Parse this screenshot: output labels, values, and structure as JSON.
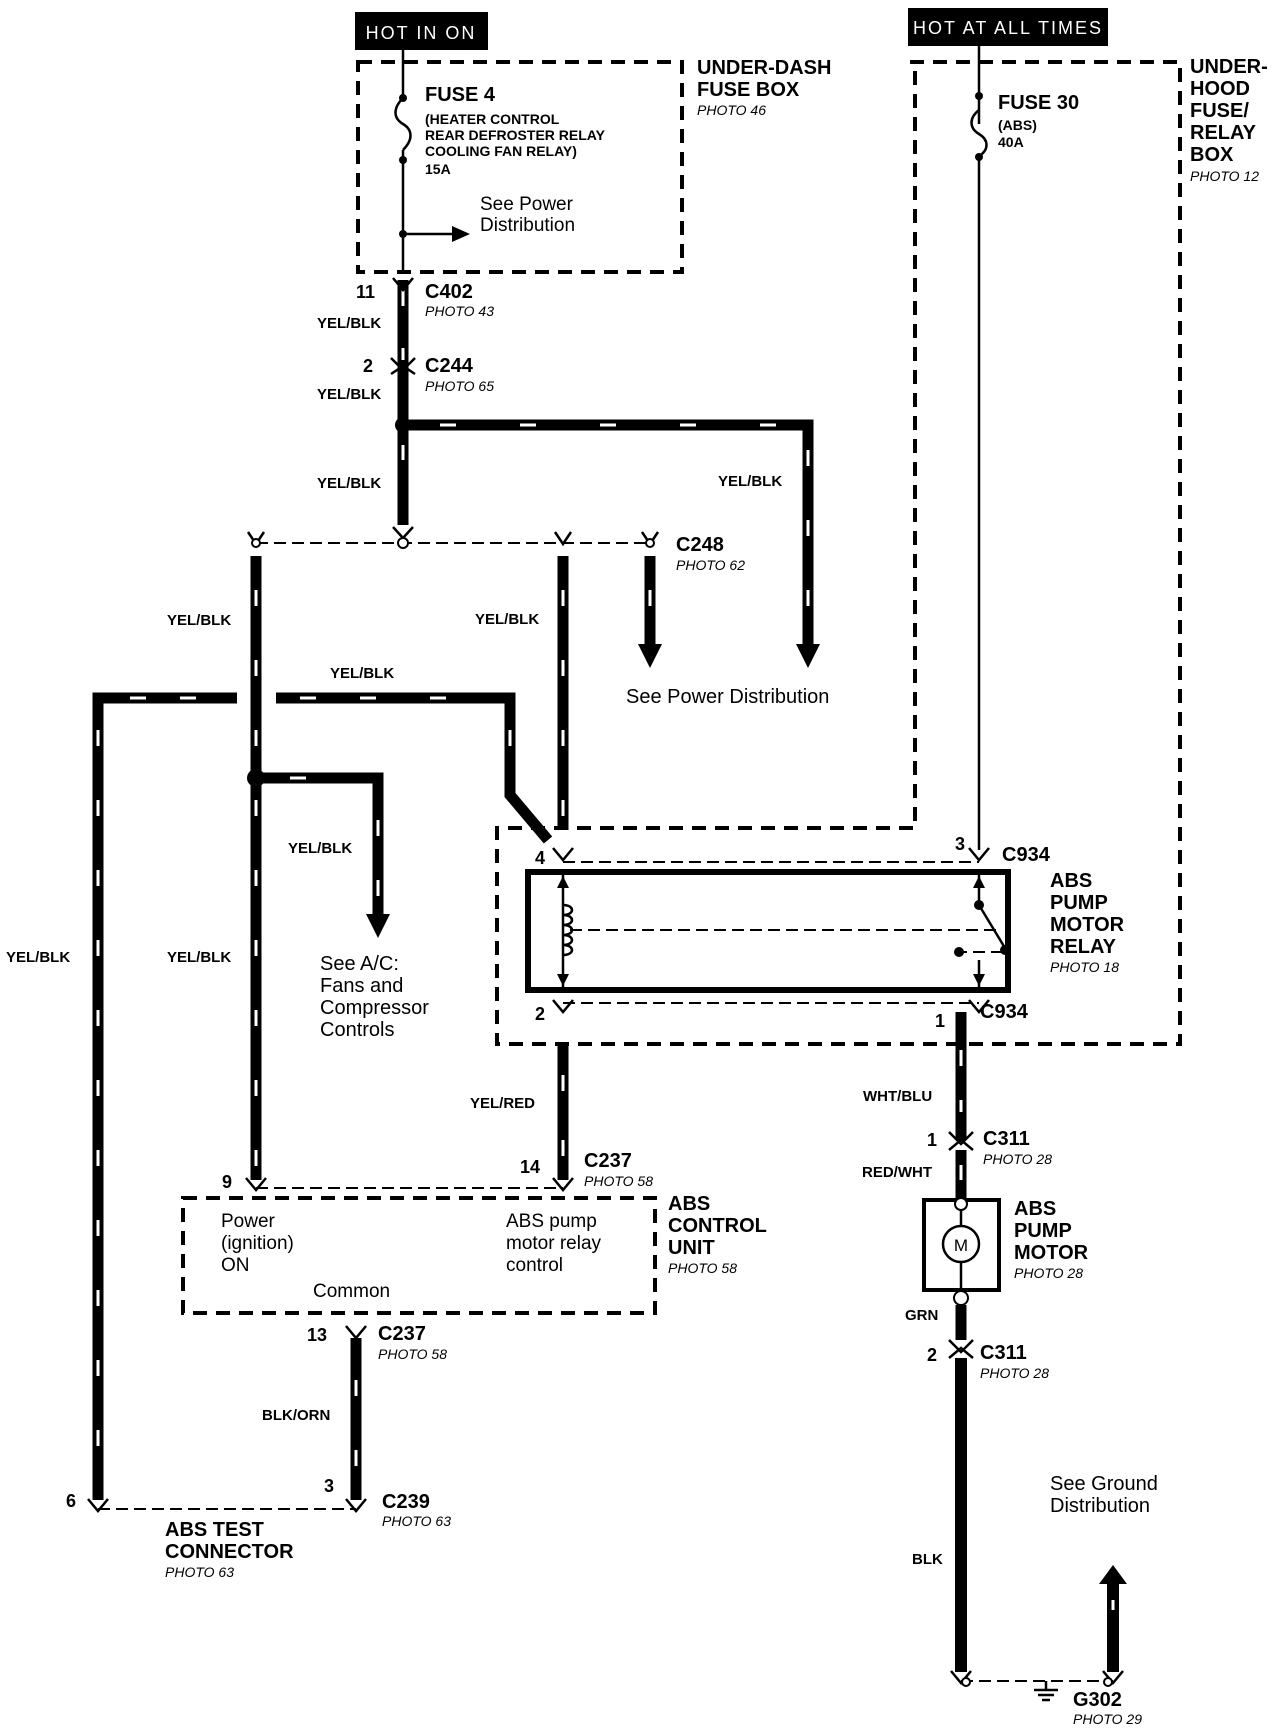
{
  "power_labels": {
    "hot_in_on": "HOT IN ON",
    "hot_at_all_times": "HOT AT ALL TIMES"
  },
  "under_dash_box": {
    "title_line1": "UNDER-DASH",
    "title_line2": "FUSE BOX",
    "photo": "PHOTO 46",
    "fuse_name": "FUSE 4",
    "fuse_desc1": "(HEATER CONTROL",
    "fuse_desc2": "REAR DEFROSTER RELAY",
    "fuse_desc3": "COOLING FAN RELAY)",
    "fuse_rating": "15A",
    "see_power1": "See Power",
    "see_power2": "Distribution"
  },
  "under_hood_box": {
    "title_line1": "UNDER-",
    "title_line2": "HOOD",
    "title_line3": "FUSE/",
    "title_line4": "RELAY",
    "title_line5": "BOX",
    "photo": "PHOTO 12",
    "fuse_name": "FUSE 30",
    "fuse_desc": "(ABS)",
    "fuse_rating": "40A"
  },
  "connectors": {
    "c402": {
      "name": "C402",
      "photo": "PHOTO 43",
      "pin": "11"
    },
    "c244": {
      "name": "C244",
      "photo": "PHOTO 65",
      "pin": "2"
    },
    "c248": {
      "name": "C248",
      "photo": "PHOTO 62"
    },
    "c934_top": {
      "name": "C934",
      "pin_left": "4",
      "pin_right": "3"
    },
    "c934_bot": {
      "name": "C934",
      "pin_left": "2",
      "pin_right": "1"
    },
    "c237_top": {
      "name": "C237",
      "photo": "PHOTO 58",
      "pin_left": "9",
      "pin_right": "14"
    },
    "c237_bot": {
      "name": "C237",
      "photo": "PHOTO 58",
      "pin": "13"
    },
    "c239": {
      "name": "C239",
      "photo": "PHOTO 63",
      "pin_left": "6",
      "pin_right": "3"
    },
    "c311_top": {
      "name": "C311",
      "photo": "PHOTO 28",
      "pin": "1"
    },
    "c311_bot": {
      "name": "C311",
      "photo": "PHOTO 28",
      "pin": "2"
    },
    "g302": {
      "name": "G302",
      "photo": "PHOTO 29"
    }
  },
  "wires": {
    "yel_blk": "YEL/BLK",
    "yel_red": "YEL/RED",
    "blk_orn": "BLK/ORN",
    "wht_blu": "WHT/BLU",
    "red_wht": "RED/WHT",
    "grn": "GRN",
    "blk": "BLK"
  },
  "relay": {
    "line1": "ABS",
    "line2": "PUMP",
    "line3": "MOTOR",
    "line4": "RELAY",
    "photo": "PHOTO 18"
  },
  "see_power_distribution": "See Power Distribution",
  "see_ac": {
    "line1": "See A/C:",
    "line2": "Fans and",
    "line3": "Compressor",
    "line4": "Controls"
  },
  "abs_control_unit": {
    "line1": "ABS",
    "line2": "CONTROL",
    "line3": "UNIT",
    "photo": "PHOTO 58",
    "power1": "Power",
    "power2": "(ignition)",
    "power3": "ON",
    "relay_ctrl1": "ABS pump",
    "relay_ctrl2": "motor relay",
    "relay_ctrl3": "control",
    "common": "Common"
  },
  "abs_test_connector": {
    "line1": "ABS TEST",
    "line2": "CONNECTOR",
    "photo": "PHOTO 63"
  },
  "pump_motor": {
    "line1": "ABS",
    "line2": "PUMP",
    "line3": "MOTOR",
    "photo": "PHOTO 28",
    "symbol": "M"
  },
  "see_ground": {
    "line1": "See Ground",
    "line2": "Distribution"
  }
}
